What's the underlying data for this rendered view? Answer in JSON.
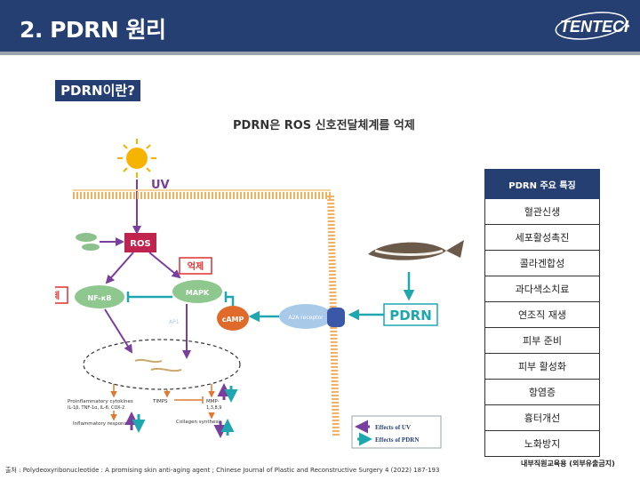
{
  "header": {
    "title": "2. PDRN 원리",
    "logo_text": "TENTECH"
  },
  "section": {
    "label": "PDRN이란?"
  },
  "subtitle": "PDRN은 ROS 신호전달체계를 억제",
  "diagram": {
    "uv": "UV",
    "ros": "ROS",
    "nfkb": "NF-κB",
    "mapk": "MAPK",
    "camp": "cAMP",
    "receptor": "A2A receptor",
    "pdrn": "PDRN",
    "ap1": "AP1",
    "inhibit1": "억제",
    "inhibit2": "억제",
    "proinflam": "Proinflammatory cytokines",
    "cytokine_list": "IL-1β, TNF-1α, IL-6, COX-2",
    "timps": "TIMPS",
    "mmp": "MMP-",
    "mmp_nums": "1,3,8,9",
    "inflam_response": "Inflammatory response",
    "collagen": "Collagen synthesis",
    "legend_uv": "Effects of UV",
    "legend_pdrn": "Effects of PDRN",
    "colors": {
      "uv": "#7a3f9c",
      "pdrn": "#1fa7b0",
      "inhibit": "#e03030"
    }
  },
  "features": {
    "header": "PDRN 주요 특징",
    "items": [
      "혈관신생",
      "세포활성촉진",
      "콜라겐합성",
      "과다색소치료",
      "연조직 재생",
      "피부 준비",
      "피부 활성화",
      "항염증",
      "흉터개선",
      "노화방지"
    ]
  },
  "footnote": "출처 : Polydeoxyribonucleotide : A promising skin anti-aging agent ; Chinese Journal of Plastic and Reconstructive Surgery 4 (2022) 187-193",
  "notice": "내부직원교육용 (외부유출금지)"
}
